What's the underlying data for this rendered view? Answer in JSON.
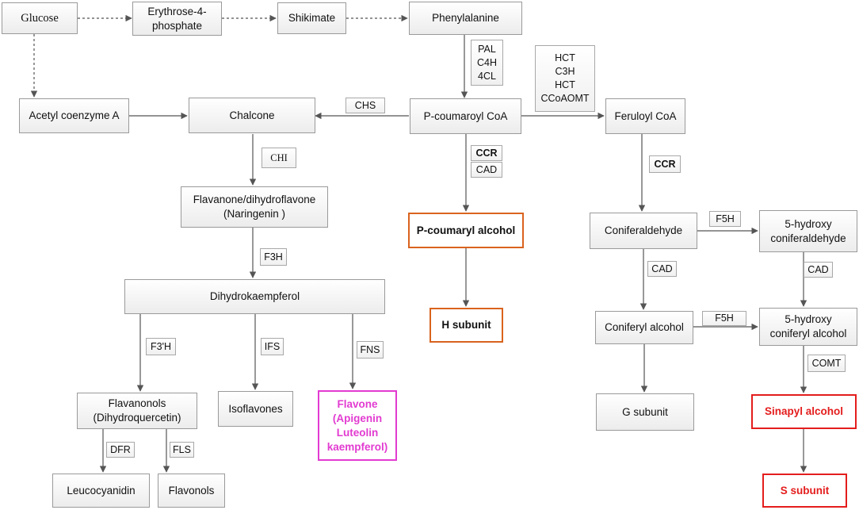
{
  "nodes": {
    "glucose": "Glucose",
    "erythrose": "Erythrose-4-\nphosphate",
    "shikimate": "Shikimate",
    "phenylalanine": "Phenylalanine",
    "acetyl_coa": "Acetyl coenzyme A",
    "chalcone": "Chalcone",
    "p_coumaroyl_coa": "P-coumaroyl CoA",
    "feruloyl_coa": "Feruloyl CoA",
    "flavanone": "Flavanone/dihydroflavone\n(Naringenin )",
    "p_coumaryl_alcohol": "P-coumaryl alcohol",
    "coniferaldehyde": "Coniferaldehyde",
    "hydroxy_coniferaldehyde": "5-hydroxy\nconiferaldehyde",
    "dihydrokaempferol": "Dihydrokaempferol",
    "h_subunit": "H subunit",
    "coniferyl_alcohol": "Coniferyl alcohol",
    "hydroxy_coniferyl_alcohol": "5-hydroxy\nconiferyl alcohol",
    "flavanonols": "Flavanonols\n(Dihydroquercetin)",
    "isoflavones": "Isoflavones",
    "flavone": "Flavone\n(Apigenin\nLuteolin\nkaempferol)",
    "g_subunit": "G subunit",
    "sinapyl_alcohol": "Sinapyl alcohol",
    "leucocyanidin": "Leucocyanidin",
    "flavonols": "Flavonols",
    "s_subunit": "S subunit"
  },
  "enzymes": {
    "pal_c4h_4cl": "PAL\nC4H\n4CL",
    "hct_c3h_hct_ccoaomt": "HCT\nC3H\nHCT\nCCoAOMT",
    "chs": "CHS",
    "ccr": "CCR",
    "cad": "CAD",
    "chi": "CHI",
    "ccr_feruloyl": "CCR",
    "f3h": "F3H",
    "f5h_top": "F5H",
    "cad_coniferaldehyde": "CAD",
    "cad_hydroxy": "CAD",
    "f5h_bottom": "F5H",
    "f3prime_h": "F3'H",
    "ifs": "IFS",
    "fns": "FNS",
    "comt": "COMT",
    "dfr": "DFR",
    "fls": "FLS"
  },
  "colors": {
    "h_pathway": "#d9631e",
    "flavone": "#e23bd1",
    "s_pathway": "#e41d1d",
    "arrow": "#555555"
  }
}
